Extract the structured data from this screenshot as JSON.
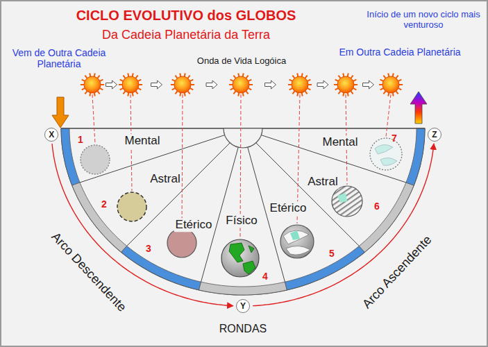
{
  "diagram": {
    "title": "CICLO EVOLUTIVO dos GLOBOS",
    "nodes": [
      {
        "text": [
          "X"
        ]
      },
      {
        "text": [
          "Y"
        ]
      },
      {
        "text": [
          "Z"
        ]
      }
    ],
    "edges": [
      {
        "from": 0,
        "to": 1,
        "arrow": "to"
      },
      {
        "from": 1,
        "to": 2,
        "arrow": "to"
      }
    ],
    "labels": [
      "Da Cadeia Planetária da Terra",
      "Vem de Outra Cadeia Planetária",
      "Onda de Vida Logóica",
      "Início de um novo ciclo mais venturoso",
      "Em Outra Cadeia Planetária",
      "Mental",
      "Astral",
      "Etérico",
      "Físico",
      "Etérico",
      "Astral",
      "Mental",
      "1",
      "2",
      "3",
      "4",
      "5",
      "6",
      "7",
      "Arco Descendente",
      "Arco Ascendente",
      "RONDAS"
    ]
  }
}
